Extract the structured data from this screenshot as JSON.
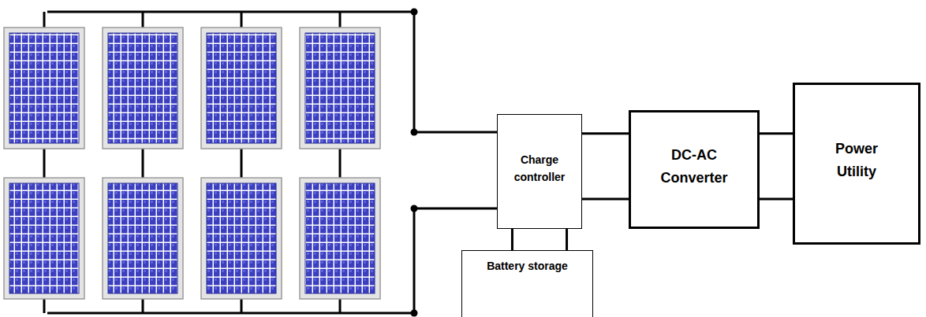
{
  "diagram": {
    "nodes": [
      {
        "text": [
          "Charge controller"
        ]
      },
      {
        "text": [
          "Battery storage"
        ]
      },
      {
        "text": [
          "DC-AC Converter"
        ]
      },
      {
        "text": [
          "Power Utility"
        ]
      }
    ],
    "edges": [
      {
        "from": 0,
        "to": 2,
        "arrow": "none"
      },
      {
        "from": 0,
        "to": 1,
        "arrow": "none"
      },
      {
        "from": 2,
        "to": 3,
        "arrow": "none"
      }
    ]
  }
}
